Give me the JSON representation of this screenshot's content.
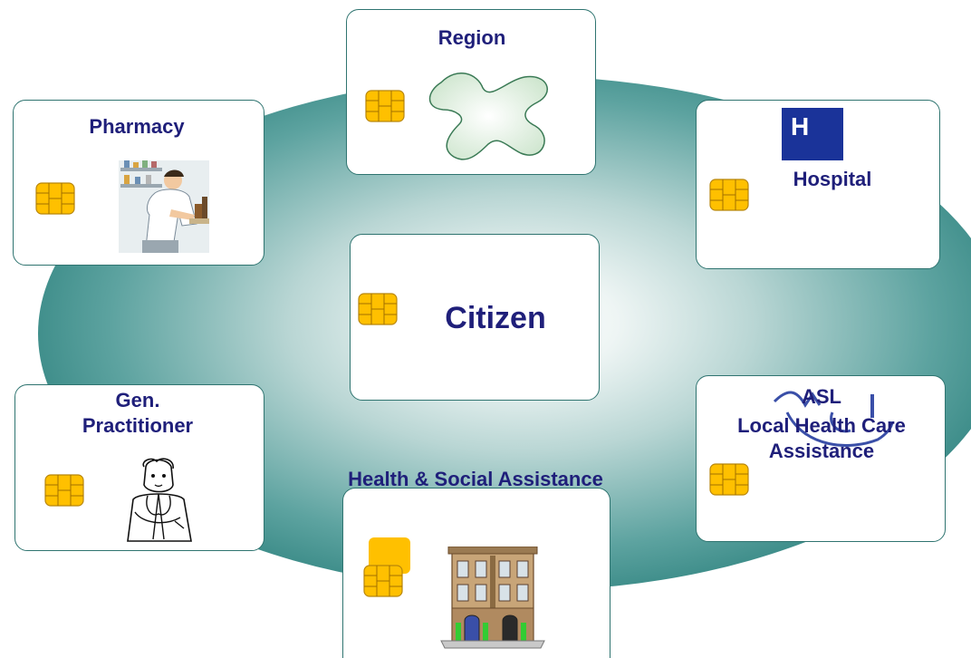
{
  "cards": {
    "region": {
      "label": "Region"
    },
    "pharmacy": {
      "label": "Pharmacy"
    },
    "hospital": {
      "label": "Hospital",
      "logo_letter": "H"
    },
    "citizen": {
      "label": "Citizen"
    },
    "practitioner": {
      "label_line1": "Gen.",
      "label_line2": "Practitioner"
    },
    "asl": {
      "label_line1": "ASL",
      "label_line2": "Local Health Care",
      "label_line3": "Assistance"
    },
    "social": {
      "label": "Health & Social Assistance"
    }
  },
  "colors": {
    "label_text": "#1f1f7a",
    "card_border": "#2f7470",
    "ellipse_edge": "#136460",
    "chip_gold": "#ffc000",
    "hospital_logo": "#1a3399"
  }
}
